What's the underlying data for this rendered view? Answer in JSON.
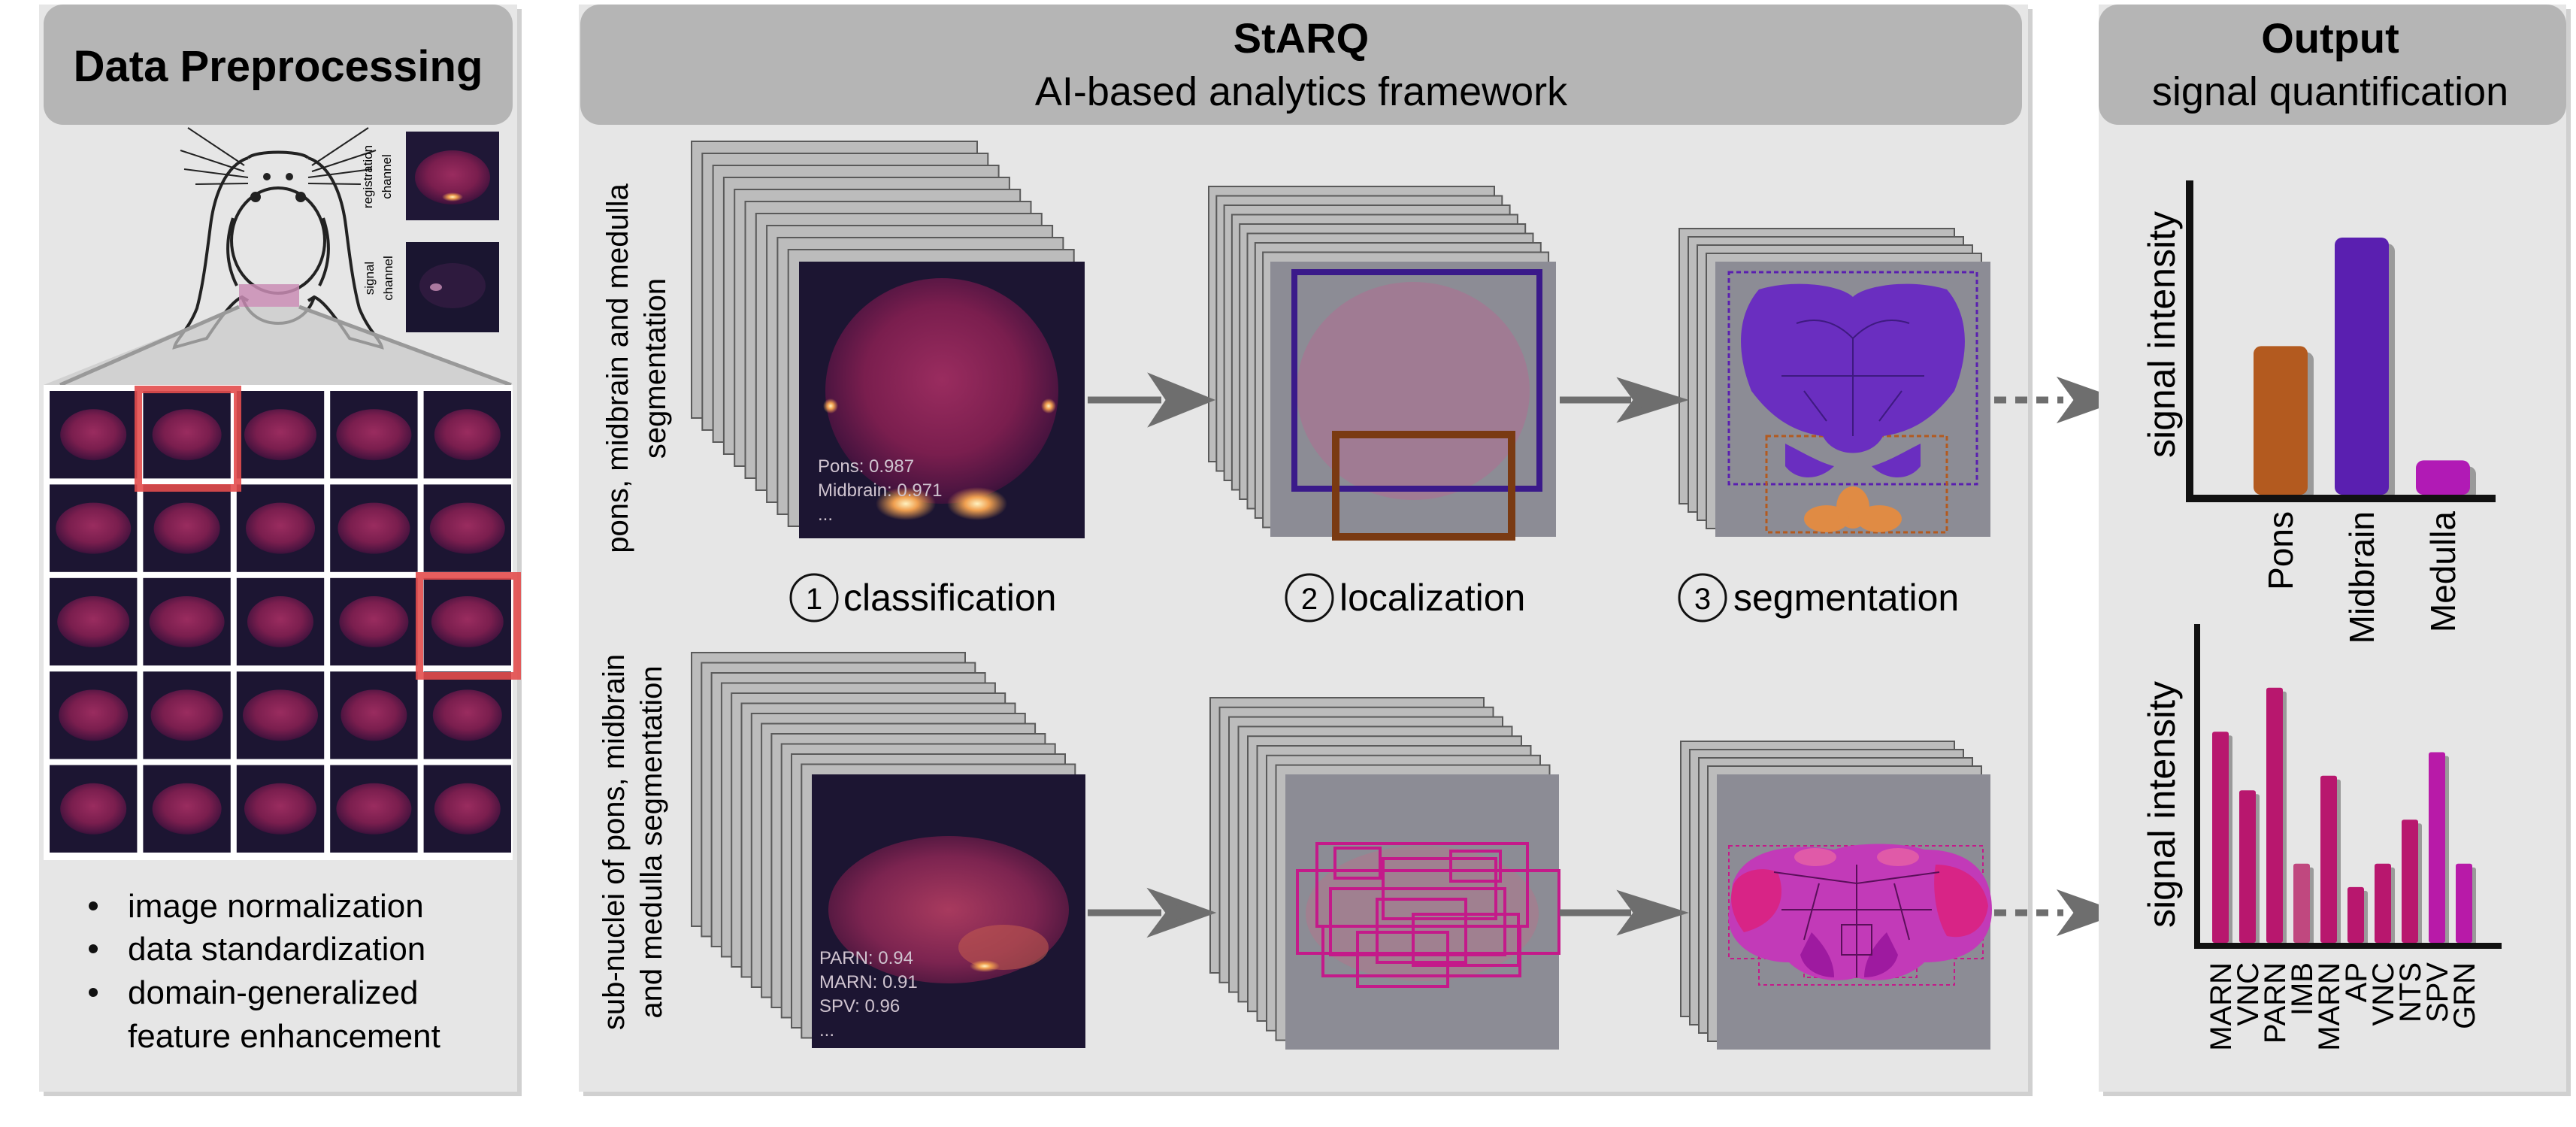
{
  "panels": {
    "preprocessing": {
      "title": "Data Preprocessing",
      "registration_label": [
        "registration",
        "channel"
      ],
      "signal_label": [
        "signal",
        "channel"
      ],
      "bullets": [
        "image normalization",
        "data standardization",
        "domain-generalized",
        "feature enhancement"
      ]
    },
    "framework": {
      "title": "StARQ",
      "subtitle": "AI-based analytics framework",
      "row1_label": [
        "pons, midbrain and medulla",
        "segmentation"
      ],
      "row2_label": [
        "sub-nuclei of pons, midbrain",
        "and medulla segmentation"
      ],
      "row1_scores": [
        "Pons: 0.987",
        "Midbrain: 0.971",
        "..."
      ],
      "row2_scores": [
        "PARN: 0.94",
        "MARN: 0.91",
        "SPV: 0.96",
        "..."
      ],
      "steps": [
        {
          "number": "1",
          "label": "classification"
        },
        {
          "number": "2",
          "label": "localization"
        },
        {
          "number": "3",
          "label": "segmentation"
        }
      ]
    },
    "output": {
      "title": "Output",
      "subtitle": "signal quantification"
    }
  },
  "chart_data": [
    {
      "type": "bar",
      "ylabel": "signal intensity",
      "categories": [
        "Pons",
        "Midbrain",
        "Medulla"
      ],
      "values": [
        0.52,
        0.9,
        0.12
      ],
      "colors": [
        "#b35a1f",
        "#5a1fb0",
        "#b11ab5"
      ]
    },
    {
      "type": "bar",
      "ylabel": "signal intensity",
      "categories": [
        "MARN",
        "VNC",
        "PARN",
        "IMB",
        "MARN",
        "AP",
        "VNC",
        "NTS",
        "SPV",
        "GRN"
      ],
      "values": [
        0.72,
        0.52,
        0.87,
        0.27,
        0.57,
        0.19,
        0.27,
        0.42,
        0.65,
        0.27
      ],
      "colors": [
        "#b8176e",
        "#b8176e",
        "#b8176e",
        "#c0487f",
        "#b8176e",
        "#b8176e",
        "#b8176e",
        "#b8176e",
        "#b81aa8",
        "#b81aa8"
      ]
    }
  ],
  "colors": {
    "panel_bg": "#e6e6e6",
    "header_bg": "#b5b5b5",
    "pons": "#b35a1f",
    "midbrain": "#5a1fb0",
    "medulla": "#b11ab5",
    "highlight": "#e03a3a"
  }
}
